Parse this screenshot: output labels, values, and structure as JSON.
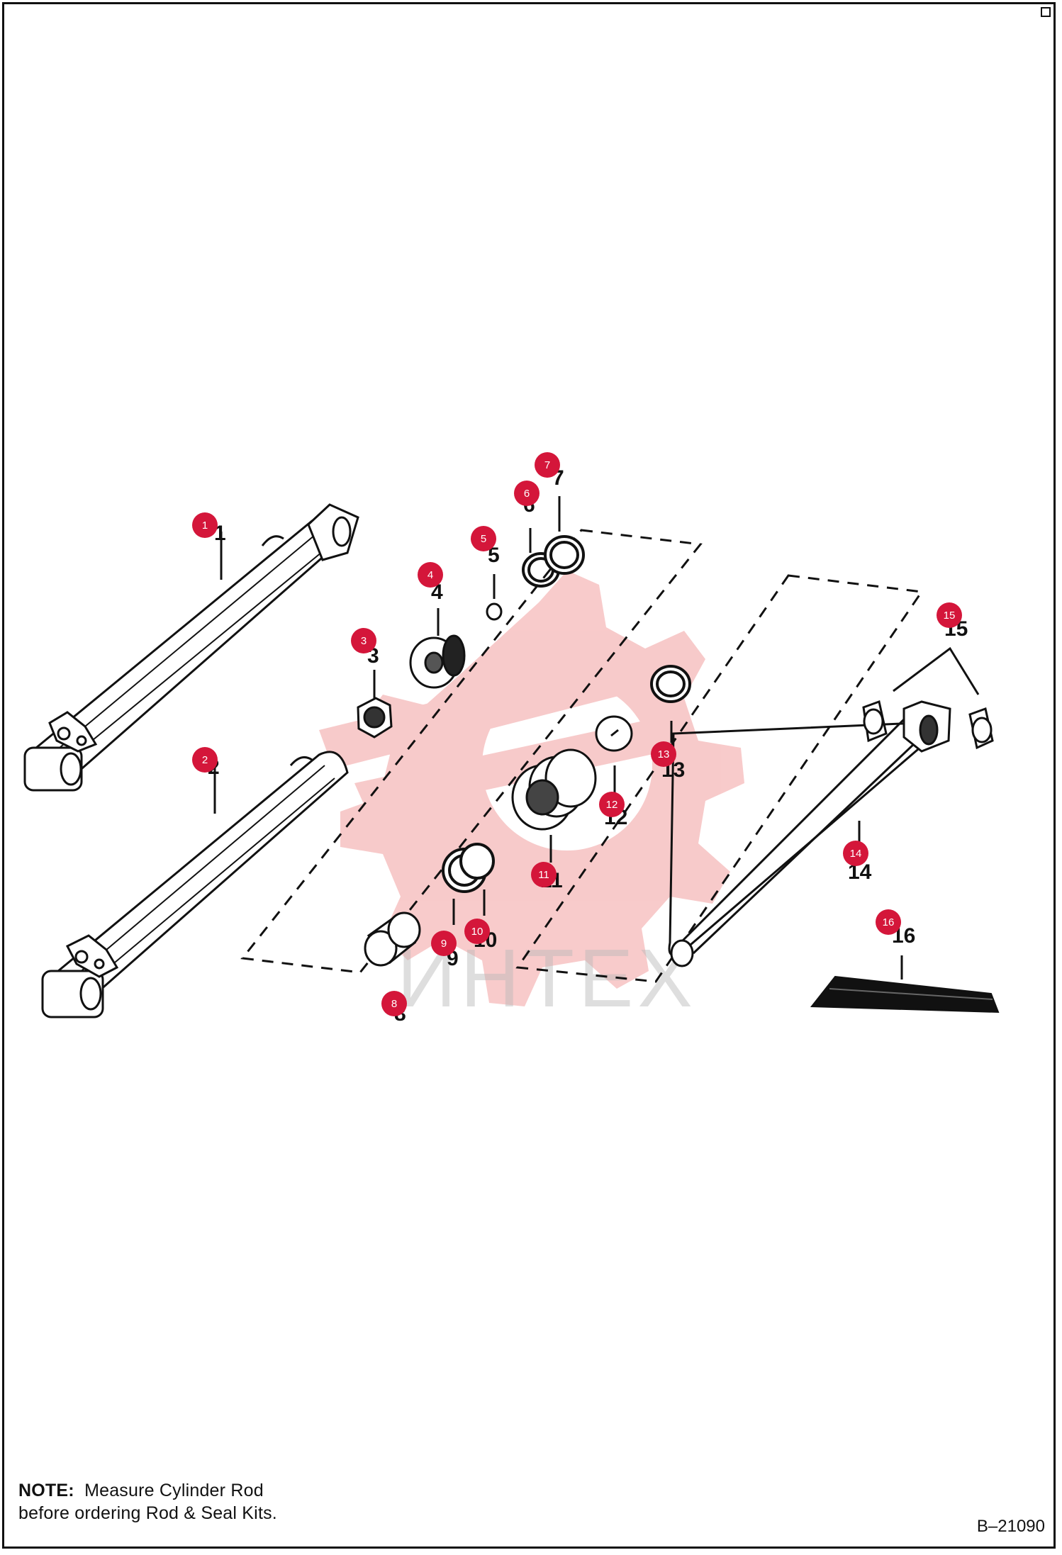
{
  "colors": {
    "callout": "#d4163a",
    "line": "#111111",
    "watermark_red": "#f2a0a0",
    "watermark_gray": "#b8b8b8"
  },
  "callouts": [
    "1",
    "2",
    "3",
    "4",
    "5",
    "6",
    "7",
    "8",
    "9",
    "10",
    "11",
    "12",
    "13",
    "14",
    "15",
    "16"
  ],
  "part_numbers": [
    "1",
    "2",
    "3",
    "4",
    "5",
    "6",
    "7",
    "8",
    "9",
    "10",
    "11",
    "12",
    "13",
    "14",
    "15",
    "16"
  ],
  "note": {
    "label": "NOTE:",
    "text": "Measure Cylinder Rod",
    "line2": "before ordering Rod & Seal Kits."
  },
  "drawing_number": "B–21090",
  "watermark": "ИНТЕХ"
}
